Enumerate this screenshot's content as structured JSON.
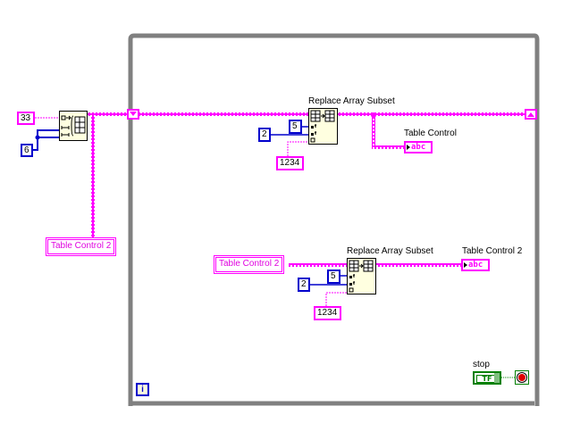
{
  "diagram": {
    "outside": {
      "init_array": {
        "dimension_size_1": "33",
        "dimension_size_2": "6",
        "function": "Initialize Array"
      },
      "local_variable": {
        "label": "Table Control 2"
      }
    },
    "while_loop": {
      "iteration_terminal": "i",
      "stop_label": "stop",
      "stop_constant": "TF",
      "block1": {
        "function_label": "Replace Array Subset",
        "index_row": "5",
        "index_col": "2",
        "new_element": "1234",
        "indicator_label": "Table Control",
        "indicator_glyph": "abc"
      },
      "block2": {
        "input_label": "Table Control 2",
        "function_label": "Replace Array Subset",
        "index_row": "5",
        "index_col": "2",
        "new_element": "1234",
        "indicator_label": "Table Control 2",
        "indicator_glyph": "abc"
      }
    }
  },
  "colors": {
    "string_wire": "#ff00ff",
    "numeric_wire": "#0000cc",
    "boolean_wire": "#008000",
    "loop_frame": "#808080",
    "node_fill": "#ffffe0"
  }
}
